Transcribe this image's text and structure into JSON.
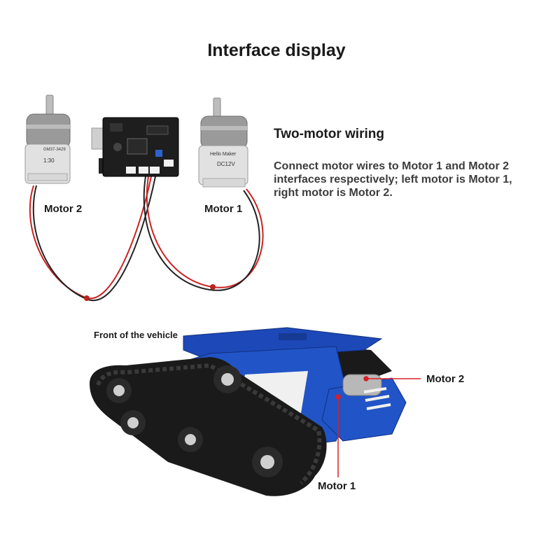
{
  "header": {
    "title": "Interface display"
  },
  "wiring": {
    "title": "Two-motor wiring",
    "description": "Connect motor wires to Motor 1 and Motor 2 interfaces respectively; left motor is Motor 1, right motor is Motor 2."
  },
  "diagram": {
    "motor_left_label": "Motor 2",
    "motor_right_label": "Motor 1",
    "motor_left_sticker": "GM37-3429",
    "motor_left_ratio": "1:30",
    "motor_right_brand": "Hello Maker",
    "motor_right_voltage": "DC12V"
  },
  "vehicle": {
    "front_label": "Front of the vehicle",
    "motor2_label": "Motor 2",
    "motor1_label": "Motor 1"
  },
  "colors": {
    "chassis": "#1d48b8",
    "track": "#1a1a1a",
    "callout": "#d81f26",
    "motor": "#a9a9a9"
  }
}
